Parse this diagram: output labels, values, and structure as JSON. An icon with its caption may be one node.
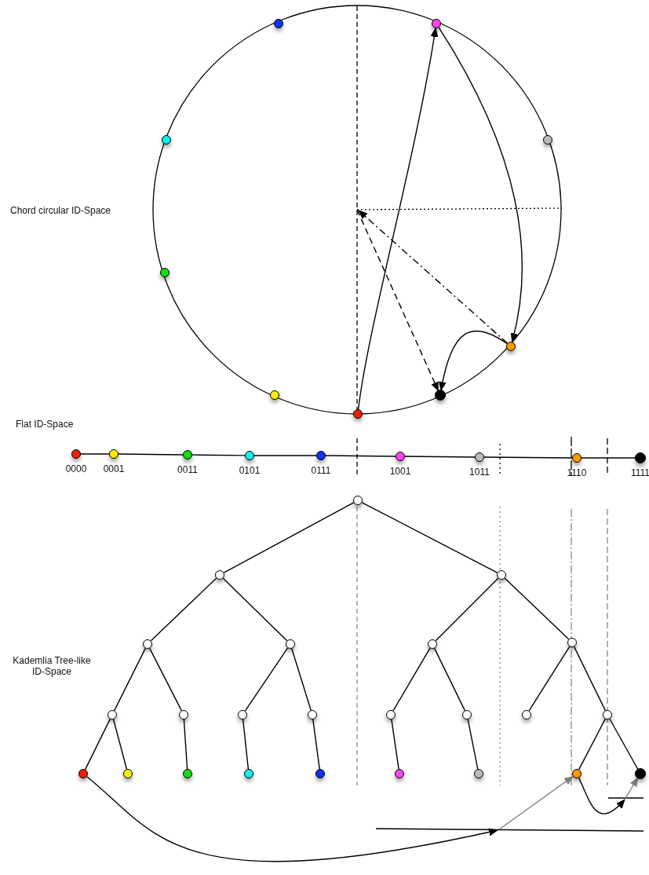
{
  "diagram": {
    "nodes": [
      {
        "text": [],
        "shape": "circle"
      },
      {
        "text": [],
        "shape": "circle"
      },
      {
        "text": [],
        "shape": "circle"
      },
      {
        "text": [],
        "shape": "circle"
      },
      {
        "text": [],
        "shape": "circle"
      },
      {
        "text": [],
        "shape": "circle"
      },
      {
        "text": [],
        "shape": "circle"
      },
      {
        "text": [],
        "shape": "circle"
      },
      {
        "text": [],
        "shape": "circle"
      },
      {
        "text": [],
        "shape": "circle",
        "beside": [
          "0000"
        ]
      },
      {
        "text": [],
        "shape": "circle",
        "beside": [
          "0001"
        ]
      },
      {
        "text": [],
        "shape": "circle",
        "beside": [
          "0011"
        ]
      },
      {
        "text": [],
        "shape": "circle",
        "beside": [
          "0101"
        ]
      },
      {
        "text": [],
        "shape": "circle",
        "beside": [
          "0111"
        ]
      },
      {
        "text": [],
        "shape": "circle",
        "beside": [
          "1001"
        ]
      },
      {
        "text": [],
        "shape": "circle",
        "beside": [
          "1011"
        ]
      },
      {
        "text": [],
        "shape": "circle",
        "beside": [
          "1110"
        ]
      },
      {
        "text": [],
        "shape": "circle",
        "beside": [
          "1111"
        ]
      },
      {
        "text": [],
        "shape": "circle"
      },
      {
        "text": [],
        "shape": "circle"
      },
      {
        "text": [],
        "shape": "circle"
      },
      {
        "text": [],
        "shape": "circle"
      },
      {
        "text": [],
        "shape": "circle"
      },
      {
        "text": [],
        "shape": "circle"
      },
      {
        "text": [],
        "shape": "circle"
      },
      {
        "text": [],
        "shape": "circle"
      },
      {
        "text": [],
        "shape": "circle"
      },
      {
        "text": [],
        "shape": "circle"
      },
      {
        "text": [],
        "shape": "circle"
      },
      {
        "text": [],
        "shape": "circle"
      },
      {
        "text": [],
        "shape": "circle"
      },
      {
        "text": [],
        "shape": "circle"
      },
      {
        "text": [],
        "shape": "circle"
      },
      {
        "text": [],
        "shape": "circle"
      },
      {
        "text": [],
        "shape": "circle"
      },
      {
        "text": [],
        "shape": "circle"
      },
      {
        "text": [],
        "shape": "circle"
      },
      {
        "text": [],
        "shape": "circle"
      },
      {
        "text": [],
        "shape": "circle"
      },
      {
        "text": [],
        "shape": "circle"
      },
      {
        "text": [],
        "shape": "circle"
      },
      {
        "text": [],
        "shape": "circle"
      }
    ],
    "edges": [
      {
        "from": 8,
        "to": 1,
        "arrow": "to"
      },
      {
        "from": 1,
        "to": 5,
        "arrow": "to"
      },
      {
        "from": 5,
        "to": 7,
        "arrow": "to"
      },
      {
        "from": null,
        "to": 7,
        "arrow": "to",
        "style": "dashed"
      },
      {
        "from": 5,
        "to": null,
        "arrow": "to",
        "style": "dashed"
      },
      {
        "from": 9,
        "to": 10,
        "arrow": "none"
      },
      {
        "from": 10,
        "to": 11,
        "arrow": "none"
      },
      {
        "from": 11,
        "to": 12,
        "arrow": "none"
      },
      {
        "from": 12,
        "to": 13,
        "arrow": "none"
      },
      {
        "from": 13,
        "to": 14,
        "arrow": "none"
      },
      {
        "from": 14,
        "to": 15,
        "arrow": "none"
      },
      {
        "from": 15,
        "to": 16,
        "arrow": "none"
      },
      {
        "from": 16,
        "to": 17,
        "arrow": "none"
      },
      {
        "from": 18,
        "to": 19,
        "arrow": "none"
      },
      {
        "from": 18,
        "to": 20,
        "arrow": "none"
      },
      {
        "from": 19,
        "to": 21,
        "arrow": "none"
      },
      {
        "from": 19,
        "to": 22,
        "arrow": "none"
      },
      {
        "from": 20,
        "to": 23,
        "arrow": "none"
      },
      {
        "from": 20,
        "to": 24,
        "arrow": "none"
      },
      {
        "from": 21,
        "to": 25,
        "arrow": "none"
      },
      {
        "from": 21,
        "to": 26,
        "arrow": "none"
      },
      {
        "from": 22,
        "to": 27,
        "arrow": "none"
      },
      {
        "from": 22,
        "to": 28,
        "arrow": "none"
      },
      {
        "from": 23,
        "to": 29,
        "arrow": "none"
      },
      {
        "from": 23,
        "to": 30,
        "arrow": "none"
      },
      {
        "from": 24,
        "to": 31,
        "arrow": "none"
      },
      {
        "from": 24,
        "to": 32,
        "arrow": "none"
      },
      {
        "from": 25,
        "to": 33,
        "arrow": "none"
      },
      {
        "from": 25,
        "to": 34,
        "arrow": "none"
      },
      {
        "from": 26,
        "to": 35,
        "arrow": "none"
      },
      {
        "from": 27,
        "to": 36,
        "arrow": "none"
      },
      {
        "from": 28,
        "to": 37,
        "arrow": "none"
      },
      {
        "from": 29,
        "to": 38,
        "arrow": "none"
      },
      {
        "from": 30,
        "to": 39,
        "arrow": "none"
      },
      {
        "from": 32,
        "to": 40,
        "arrow": "none"
      },
      {
        "from": 32,
        "to": 41,
        "arrow": "none"
      },
      {
        "from": 33,
        "to": null,
        "arrow": "to"
      },
      {
        "from": null,
        "to": 40,
        "arrow": "to",
        "color": "#808080"
      },
      {
        "from": 40,
        "to": null,
        "arrow": "to"
      },
      {
        "from": null,
        "to": 41,
        "arrow": "to",
        "color": "#808080"
      }
    ],
    "labels": [
      "Chord circular ID-Space",
      "Flat ID-Space",
      "Kademlia Tree-like ID-Space"
    ]
  }
}
